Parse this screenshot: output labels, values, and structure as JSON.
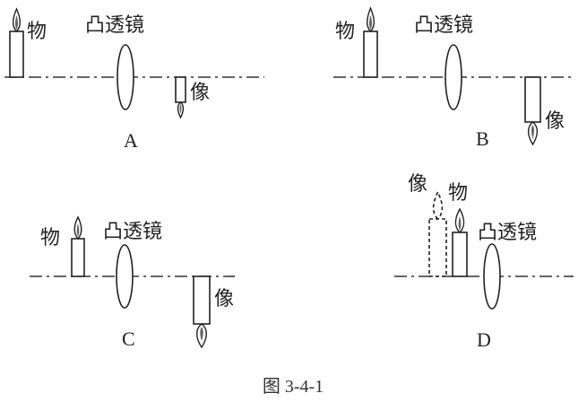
{
  "labels": {
    "object": "物",
    "lens": "凸透镜",
    "image": "像"
  },
  "panels": {
    "a": {
      "letter": "A"
    },
    "b": {
      "letter": "B"
    },
    "c": {
      "letter": "C"
    },
    "d": {
      "letter": "D"
    }
  },
  "caption": "图 3-4-1"
}
